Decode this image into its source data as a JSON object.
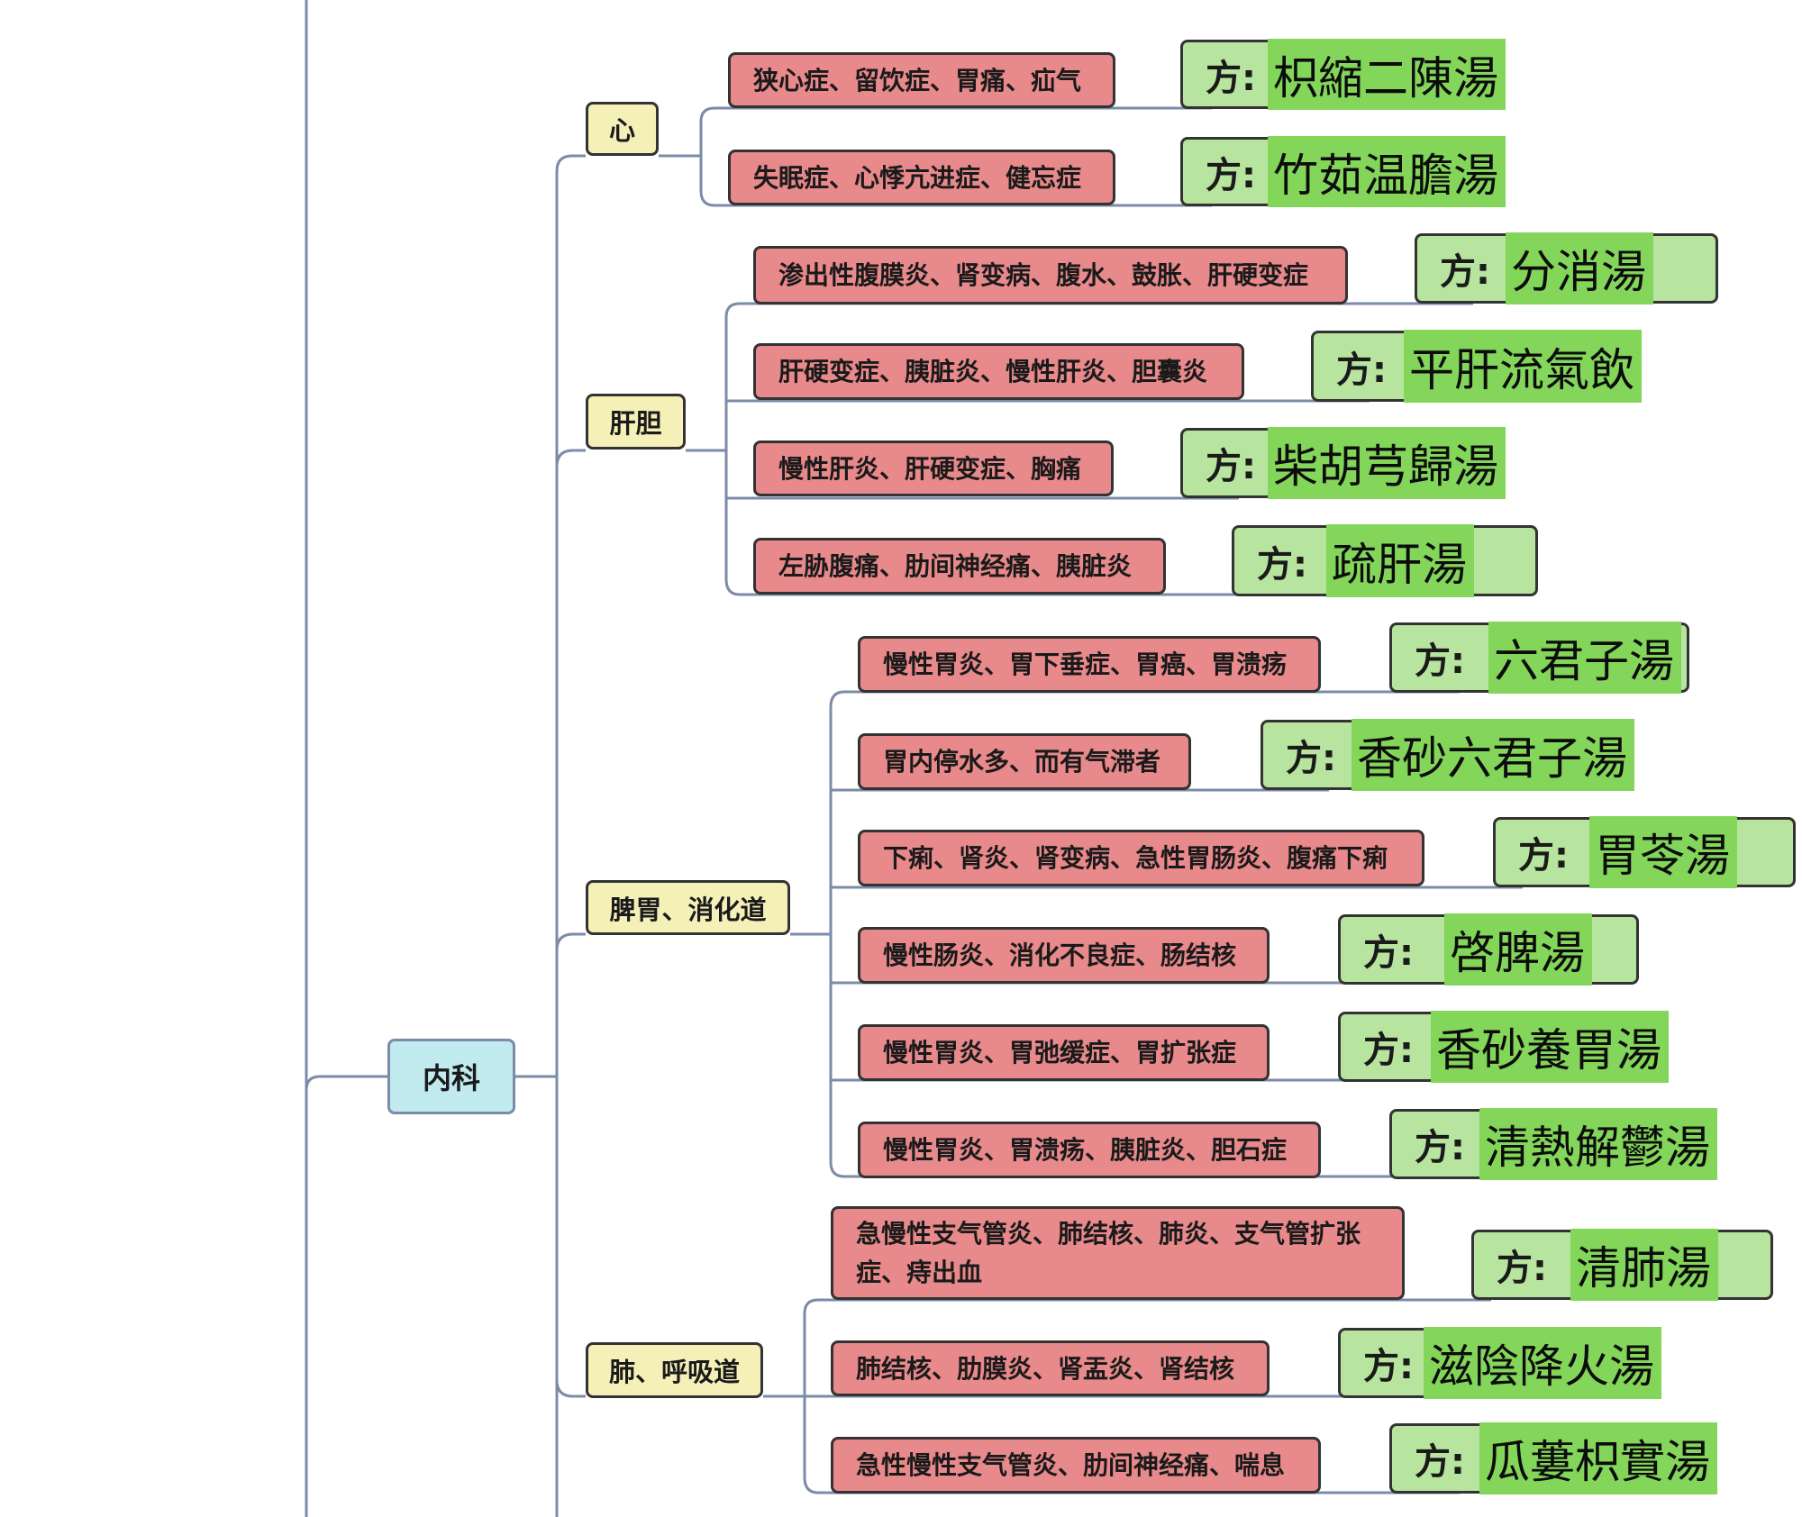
{
  "root": {
    "label": "内科"
  },
  "branches": [
    {
      "category": "心",
      "items": [
        {
          "symptoms": "狭心症、留饮症、胃痛、疝气",
          "prefix": "方:",
          "formula": "枳縮二陳湯"
        },
        {
          "symptoms": "失眠症、心悸亢进症、健忘症",
          "prefix": "方:",
          "formula": "竹茹温膽湯"
        }
      ]
    },
    {
      "category": "肝胆",
      "items": [
        {
          "symptoms": "渗出性腹膜炎、肾变病、腹水、鼓胀、肝硬变症",
          "prefix": "方:",
          "formula": "分消湯"
        },
        {
          "symptoms": "肝硬变症、胰脏炎、慢性肝炎、胆囊炎",
          "prefix": "方:",
          "formula": "平肝流氣飲"
        },
        {
          "symptoms": "慢性肝炎、肝硬变症、胸痛",
          "prefix": "方:",
          "formula": "柴胡芎歸湯"
        },
        {
          "symptoms": "左胁腹痛、肋间神经痛、胰脏炎",
          "prefix": "方:",
          "formula": "疏肝湯"
        }
      ]
    },
    {
      "category": "脾胃、消化道",
      "items": [
        {
          "symptoms": "慢性胃炎、胃下垂症、胃癌、胃溃疡",
          "prefix": "方:",
          "formula": "六君子湯"
        },
        {
          "symptoms": "胃内停水多、而有气滞者",
          "prefix": "方:",
          "formula": "香砂六君子湯"
        },
        {
          "symptoms": "下痢、肾炎、肾变病、急性胃肠炎、腹痛下痢",
          "prefix": "方:",
          "formula": "胃苓湯"
        },
        {
          "symptoms": "慢性肠炎、消化不良症、肠结核",
          "prefix": "方:",
          "formula": "啓脾湯"
        },
        {
          "symptoms": "慢性胃炎、胃弛缓症、胃扩张症",
          "prefix": "方:",
          "formula": "香砂養胃湯"
        },
        {
          "symptoms": "慢性胃炎、胃溃疡、胰脏炎、胆石症",
          "prefix": "方:",
          "formula": "清熱解鬱湯"
        }
      ]
    },
    {
      "category": "肺、呼吸道",
      "items": [
        {
          "symptoms": "急慢性支气管炎、肺结核、肺炎、支气管扩张症、痔出血",
          "prefix": "方:",
          "formula": "清肺湯"
        },
        {
          "symptoms": "肺结核、肋膜炎、肾盂炎、肾结核",
          "prefix": "方:",
          "formula": "滋陰降火湯"
        },
        {
          "symptoms": "急性慢性支气管炎、肋间神经痛、喘息",
          "prefix": "方:",
          "formula": "瓜蔞枳實湯"
        }
      ]
    }
  ]
}
